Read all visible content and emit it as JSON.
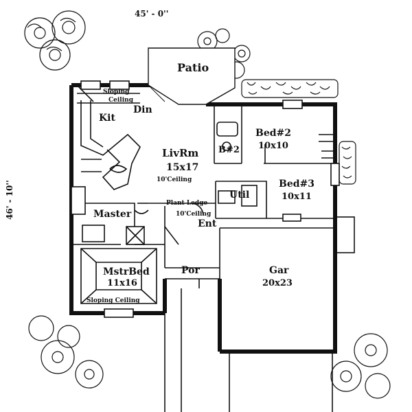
{
  "dimensions": {
    "width_label": "45' - 0''",
    "depth_label": "46' - 10''"
  },
  "rooms": {
    "patio": "Patio",
    "sloping_ceiling_top": "Sloping",
    "sloping_ceiling_top_2": "Ceiling",
    "din": "Din",
    "kit": "Kit",
    "bed2": "Bed#2",
    "bed2_size": "10x10",
    "bath2": "B#2",
    "livrm": "LivRm",
    "livrm_size": "15x17",
    "livrm_ceiling": "10'Ceiling",
    "util": "Util",
    "bed3": "Bed#3",
    "bed3_size": "10x11",
    "plant_ledge": "Plant Ledge",
    "ent_ceiling": "10'Ceiling",
    "ent": "Ent",
    "master": "Master",
    "mstrbed": "MstrBed",
    "mstrbed_size": "11x16",
    "sloping_ceiling_bottom": "Sloping Ceiling",
    "por": "Por",
    "gar": "Gar",
    "gar_size": "20x23"
  }
}
